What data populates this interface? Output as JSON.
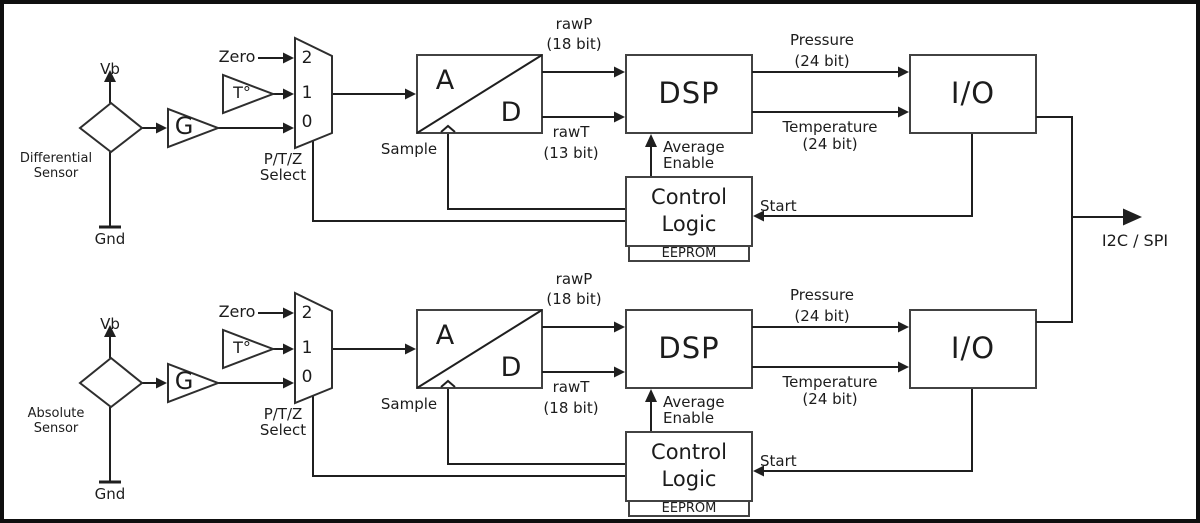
{
  "diagram": {
    "background_color": "#ffffff",
    "line_color": "#1f1f1f",
    "io_bus_label": "I2C / SPI",
    "channels": [
      {
        "sensor_line1": "Differential",
        "sensor_line2": "Sensor",
        "vb_label": "Vb",
        "gnd_label": "Gnd",
        "gain_label": "G",
        "temp_sensor_label": "T°",
        "zero_label": "Zero",
        "mux_inputs": [
          "2",
          "1",
          "0"
        ],
        "mux_select_line1": "P/T/Z",
        "mux_select_line2": "Select",
        "adc_a_label": "A",
        "adc_d_label": "D",
        "sample_label": "Sample",
        "rawp_line1": "rawP",
        "rawp_line2": "(18 bit)",
        "rawt_line1": "rawT",
        "rawt_line2": "(13 bit)",
        "dsp_label": "DSP",
        "pressure_line1": "Pressure",
        "pressure_line2": "(24 bit)",
        "temperature_line1": "Temperature",
        "temperature_line2": "(24 bit)",
        "average_line1": "Average",
        "average_line2": "Enable",
        "control_line1": "Control",
        "control_line2": "Logic",
        "eeprom_label": "EEPROM",
        "start_label": "Start",
        "io_label": "I/O"
      },
      {
        "sensor_line1": "Absolute",
        "sensor_line2": "Sensor",
        "vb_label": "Vb",
        "gnd_label": "Gnd",
        "gain_label": "G",
        "temp_sensor_label": "T°",
        "zero_label": "Zero",
        "mux_inputs": [
          "2",
          "1",
          "0"
        ],
        "mux_select_line1": "P/T/Z",
        "mux_select_line2": "Select",
        "adc_a_label": "A",
        "adc_d_label": "D",
        "sample_label": "Sample",
        "rawp_line1": "rawP",
        "rawp_line2": "(18 bit)",
        "rawt_line1": "rawT",
        "rawt_line2": "(18 bit)",
        "dsp_label": "DSP",
        "pressure_line1": "Pressure",
        "pressure_line2": "(24 bit)",
        "temperature_line1": "Temperature",
        "temperature_line2": "(24 bit)",
        "average_line1": "Average",
        "average_line2": "Enable",
        "control_line1": "Control",
        "control_line2": "Logic",
        "eeprom_label": "EEPROM",
        "start_label": "Start",
        "io_label": "I/O"
      }
    ]
  }
}
